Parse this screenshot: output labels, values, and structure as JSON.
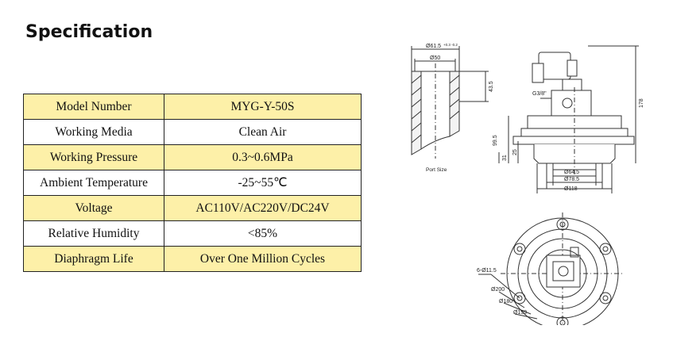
{
  "title": "Specification",
  "spec_rows": [
    {
      "label": "Model Number",
      "value": "MYG-Y-50S"
    },
    {
      "label": "Working Media",
      "value": "Clean Air"
    },
    {
      "label": "Working Pressure",
      "value": "0.3~0.6MPa"
    },
    {
      "label": "Ambient Temperature",
      "value": "-25~55℃"
    },
    {
      "label": "Voltage",
      "value": "AC110V/AC220V/DC24V"
    },
    {
      "label": "Relative Humidity",
      "value": "<85%"
    },
    {
      "label": "Diaphragm Life",
      "value": "Over One Million Cycles"
    }
  ],
  "row_colors": {
    "highlight": "#fdf0a8",
    "plain": "#ffffff"
  },
  "drawing": {
    "port_od": "Ø61.5",
    "port_od_tol": "+0.3 -0.2",
    "port_id": "Ø50",
    "port_depth": "43.5",
    "port_caption": "Port Size",
    "thread": "G3/8\"",
    "total_height": "178",
    "body_height": "99.5",
    "dim_25": "25",
    "dim_31": "31",
    "dia_64": "Ø64.5",
    "dia_78": "Ø78.5",
    "dia_118": "Ø118",
    "bolt_holes": "6-Ø11.5",
    "dia_200": "Ø200",
    "dia_180": "Ø180",
    "dia_159": "Ø159"
  }
}
